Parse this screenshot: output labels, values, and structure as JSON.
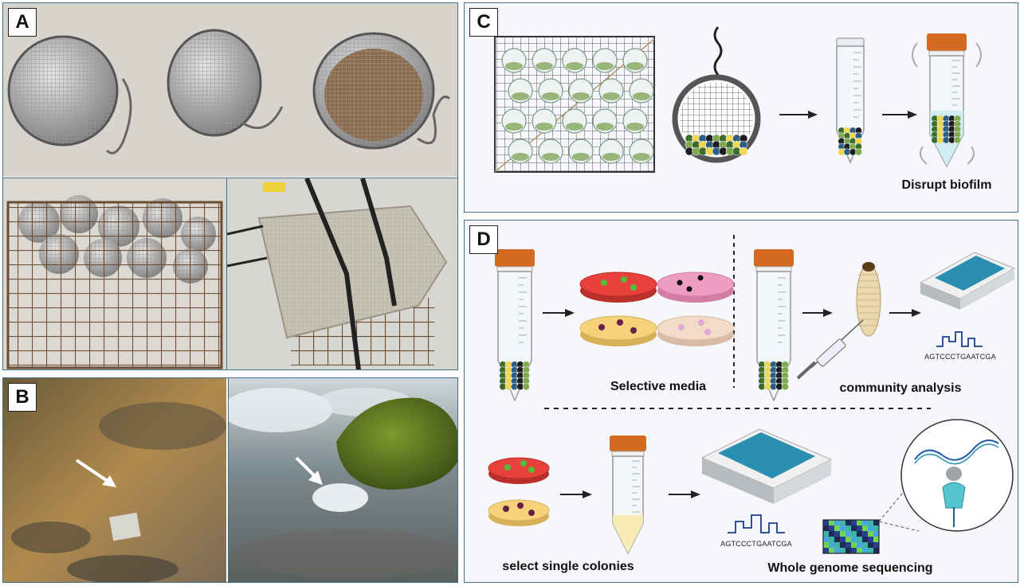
{
  "panels": {
    "a": {
      "label": "A"
    },
    "b": {
      "label": "B"
    },
    "c": {
      "label": "C",
      "caption": "Disrupt biofilm"
    },
    "d": {
      "label": "D",
      "selective_media": "Selective media",
      "community_analysis": "community analysis",
      "sequence_top": "AGTCCCTGAATCGA",
      "select_single_colonies": "select single colonies",
      "sequence_bottom": "AGTCCCTGAATCGA",
      "whole_genome_sequencing": "Whole genome sequencing"
    }
  },
  "colors": {
    "panel_border": "#3f6f8a",
    "tube_cap": "#d46a22",
    "dish_red": "#e8413c",
    "dish_pink": "#ef9cc2",
    "dish_yellow": "#f6d27a",
    "dish_cream": "#f3dcc7",
    "sequencer_screen": "#2a8fb0"
  }
}
